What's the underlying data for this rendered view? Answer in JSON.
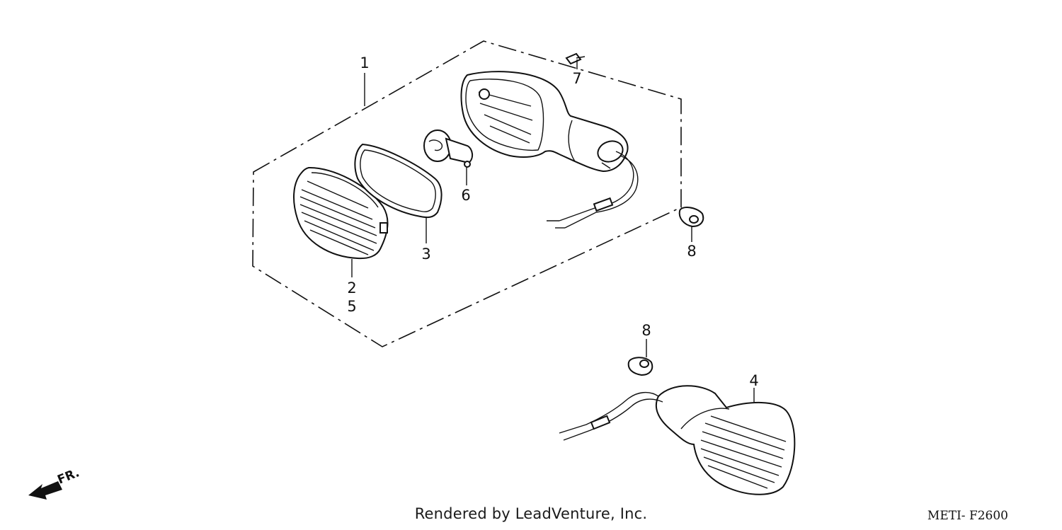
{
  "diagram": {
    "callouts": {
      "c1": "1",
      "c2": "2",
      "c3": "3",
      "c4": "4",
      "c5": "5",
      "c6": "6",
      "c7": "7",
      "c8a": "8",
      "c8b": "8"
    },
    "direction_label": "FR.",
    "credit": "Rendered by LeadVenture, Inc.",
    "diagram_code": "METI- F2600"
  }
}
